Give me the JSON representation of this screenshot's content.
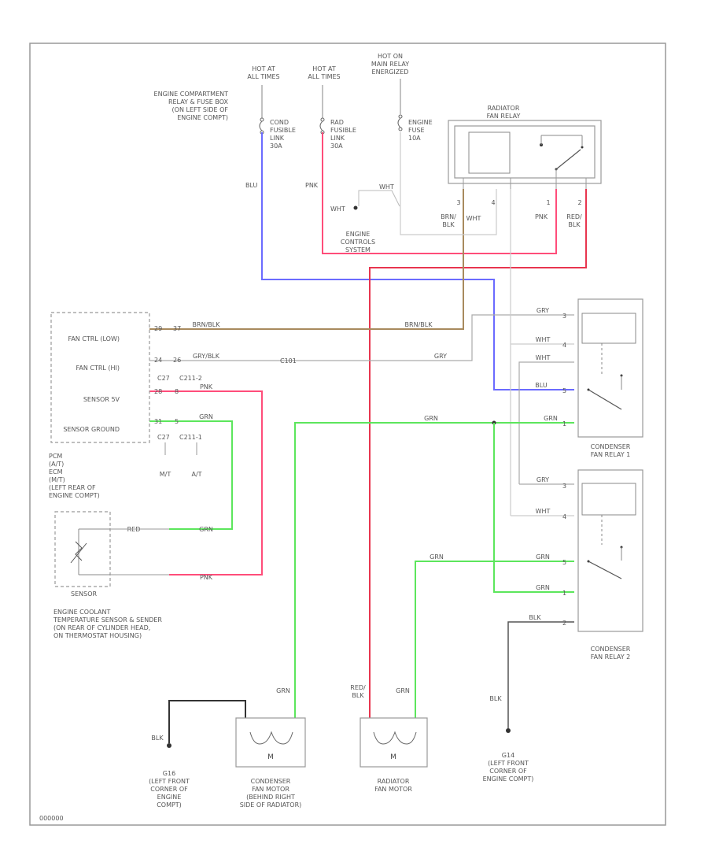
{
  "wire_colors": {
    "BLU": "#6b6bff",
    "PNK": "#ff4d7a",
    "RED_BLK": "#e8354f",
    "BRN_BLK": "#a88a5e",
    "GRN": "#5ce65c",
    "BLK": "#333333",
    "GRY": "#aaaaaa",
    "WHT": "#cccccc"
  },
  "feeds": {
    "hot1": [
      "HOT AT",
      "ALL TIMES"
    ],
    "hot2": [
      "HOT AT",
      "ALL TIMES"
    ],
    "hot3": [
      "HOT ON",
      "MAIN RELAY",
      "ENERGIZED"
    ]
  },
  "fuse_box_label": [
    "ENGINE COMPARTMENT",
    "RELAY & FUSE BOX",
    "(ON LEFT SIDE OF",
    "ENGINE COMPT)"
  ],
  "fuses": {
    "f1": [
      "COND",
      "FUSIBLE",
      "LINK",
      "30A"
    ],
    "f2": [
      "RAD",
      "FUSIBLE",
      "LINK",
      "30A"
    ],
    "f3": [
      "ENGINE",
      "FUSE",
      "10A"
    ]
  },
  "wire_labels": {
    "blu_top": "BLU",
    "pnk_top": "PNK",
    "wht_ecm": "WHT",
    "wht_ecm2": "WHT",
    "brn_blk_rel": [
      "BRN/",
      "BLK"
    ],
    "wht_rel": "WHT",
    "pnk_rel": "PNK",
    "red_blk_rel": [
      "RED/",
      "BLK"
    ],
    "brn_blk_mid": "BRN/BLK",
    "brn_blk_right": "BRN/BLK",
    "gry_blk": "GRY/BLK",
    "gry_right": "GRY",
    "pnk_sensor": "PNK",
    "grn_sensor": "GRN",
    "grn_mid": "GRN",
    "grn_relay1": "GRN",
    "blu_relay1": "BLU",
    "gry_relay1": "GRY",
    "wht_relay1a": "WHT",
    "wht_relay1b": "WHT",
    "gry_relay2": "GRY",
    "wht_relay2": "WHT",
    "grn_relay2a": "GRN",
    "grn_relay2b": "GRN",
    "grn_relay2top": "GRN",
    "blk_relay2": "BLK",
    "grn_sens_low": "GRN",
    "red_sens_low": "RED",
    "pnk_sens_low": "PNK",
    "grn_fan1": "GRN",
    "red_blk_fan2": [
      "RED/",
      "BLK"
    ],
    "grn_fan2": "GRN",
    "blk_left": "BLK",
    "blk_right": "BLK"
  },
  "ecm_label": [
    "ENGINE",
    "CONTROLS",
    "SYSTEM"
  ],
  "rad_relay_label": [
    "RADIATOR",
    "FAN RELAY"
  ],
  "pcm_signals": [
    "FAN CTRL (LOW)",
    "FAN CTRL (HI)",
    "SENSOR 5V",
    "SENSOR GROUND"
  ],
  "pcm_pins": [
    "29",
    "37",
    "24",
    "26",
    "C27",
    "C211-2",
    "28",
    "8",
    "31",
    "5",
    "C27",
    "C211-1"
  ],
  "pcm_trans": [
    "M/T",
    "A/T"
  ],
  "pcm_label": [
    "PCM",
    "(A/T)",
    "ECM",
    "(M/T)",
    "(LEFT REAR OF",
    "ENGINE COMPT)"
  ],
  "sensor_small": "SENSOR",
  "sensor_label": [
    "ENGINE COOLANT",
    "TEMPERATURE SENSOR & SENDER",
    "(ON REAR OF CYLINDER HEAD,",
    "ON THERMOSTAT HOUSING)"
  ],
  "compt_label": "C101",
  "relay1_label": [
    "CONDENSER",
    "FAN RELAY 1"
  ],
  "relay2_label": [
    "CONDENSER",
    "FAN RELAY 2"
  ],
  "relay_pins": [
    "3",
    "4",
    "1",
    "2",
    "3",
    "4",
    "5",
    "1",
    "2"
  ],
  "motor_letter": "M",
  "g_left": [
    "G16",
    "(LEFT FRONT",
    "CORNER OF",
    "ENGINE",
    "COMPT)"
  ],
  "cond_motor_label": [
    "CONDENSER",
    "FAN MOTOR",
    "(BEHIND RIGHT",
    "SIDE OF RADIATOR)"
  ],
  "rad_motor_label": [
    "RADIATOR",
    "FAN MOTOR"
  ],
  "g_right": [
    "G14",
    "(LEFT FRONT",
    "CORNER OF",
    "ENGINE COMPT)"
  ],
  "footer_code": "000000"
}
